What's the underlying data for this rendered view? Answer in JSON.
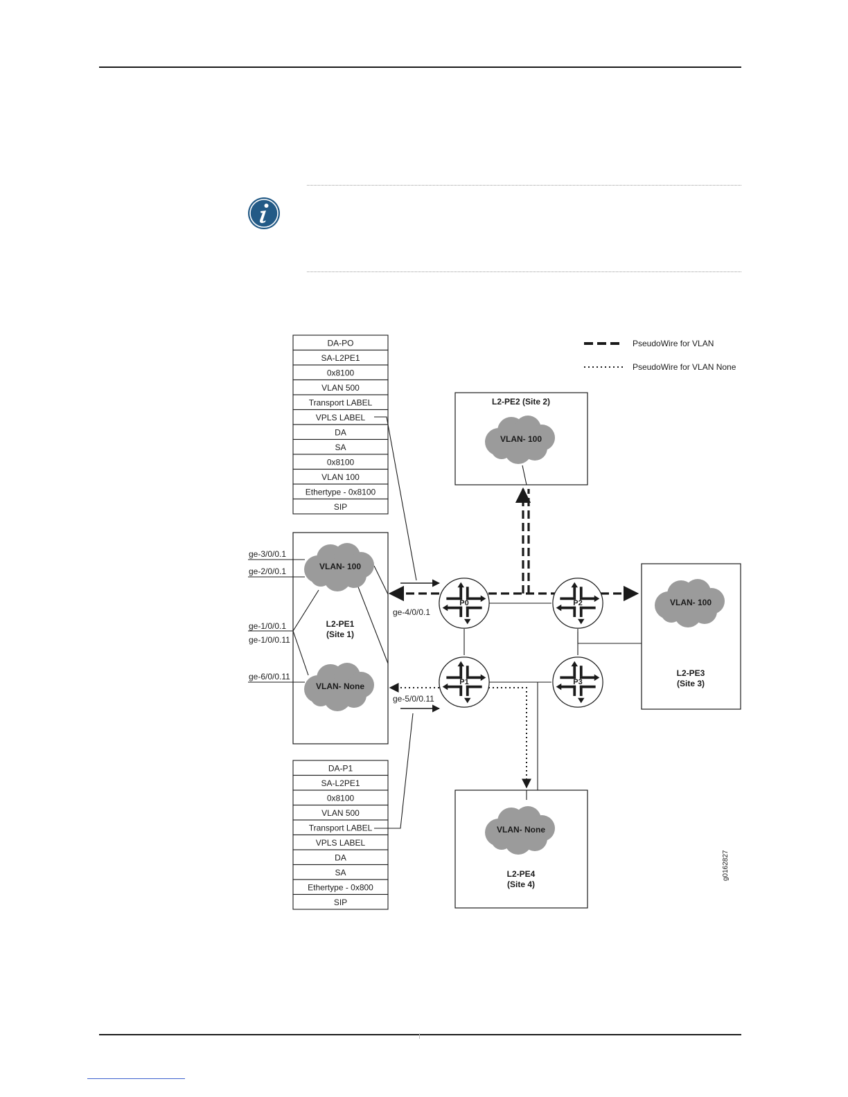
{
  "legend": {
    "vlan_pw": "PseudoWire for VLAN",
    "none_pw": "PseudoWire for VLAN None"
  },
  "frame_top": [
    "DA-PO",
    "SA-L2PE1",
    "0x8100",
    "VLAN 500",
    "Transport LABEL",
    "VPLS LABEL",
    "DA",
    "SA",
    "0x8100",
    "VLAN 100",
    "Ethertype - 0x8100",
    "SIP"
  ],
  "frame_bottom": [
    "DA-P1",
    "SA-L2PE1",
    "0x8100",
    "VLAN 500",
    "Transport LABEL",
    "VPLS LABEL",
    "DA",
    "SA",
    "Ethertype - 0x800",
    "SIP"
  ],
  "sites": {
    "pe1": {
      "line1": "L2-PE1",
      "line2": "(Site 1)"
    },
    "pe2": {
      "title": "L2-PE2 (Site 2)"
    },
    "pe3": {
      "line1": "L2-PE3",
      "line2": "(Site 3)"
    },
    "pe4": {
      "line1": "L2-PE4",
      "line2": "(Site 4)"
    }
  },
  "clouds": {
    "pe1_vlan100": "VLAN- 100",
    "pe1_vlannone": "VLAN- None",
    "pe2_vlan100": "VLAN- 100",
    "pe3_vlan100": "VLAN- 100",
    "pe4_vlannone": "VLAN- None"
  },
  "routers": {
    "p0": "P0",
    "p1": "P1",
    "p2": "P2",
    "p3": "P3"
  },
  "interfaces": {
    "ge3": "ge-3/0/0.1",
    "ge2": "ge-2/0/0.1",
    "ge1a": "ge-1/0/0.1",
    "ge1b": "ge-1/0/0.11",
    "ge6": "ge-6/0/0.11",
    "ge4": "ge-4/0/0.1",
    "ge5": "ge-5/0/0.11"
  },
  "figure_id": "g0162827",
  "colors": {
    "cloud": "#9b9b9b",
    "icon_blue": "#235a86",
    "ink": "#1a1a1a"
  }
}
